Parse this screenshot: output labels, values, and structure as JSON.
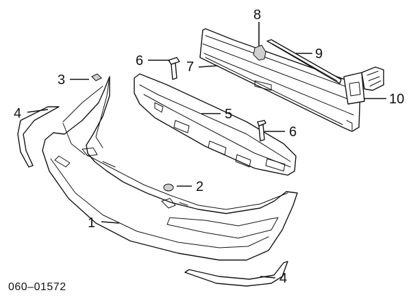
{
  "diagram": {
    "reference_code": "060–01572",
    "callouts": {
      "c1": "1",
      "c2": "2",
      "c3": "3",
      "c4a": "4",
      "c4b": "4",
      "c5": "5",
      "c6a": "6",
      "c6b": "6",
      "c7": "7",
      "c8": "8",
      "c9": "9",
      "c10": "10"
    }
  }
}
